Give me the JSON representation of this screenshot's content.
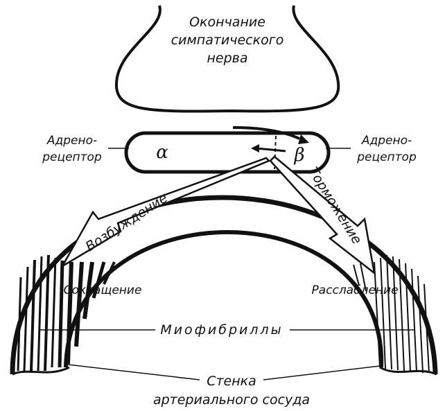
{
  "nerve_ending": {
    "line1": "Окончание",
    "line2": "симпатического",
    "line3": "нерва"
  },
  "receptors": {
    "left": {
      "line1": "Адрено-",
      "line2": "рецептор"
    },
    "right": {
      "line1": "Адрено-",
      "line2": "рецептор"
    },
    "alpha": "α",
    "beta": "β"
  },
  "effects": {
    "excitation": "Возбуждение",
    "inhibition": "Торможение",
    "contraction": "Сокращение",
    "relaxation": "Расслабление"
  },
  "myofibrils": "Миофибриллы",
  "wall": {
    "line1": "Стенка",
    "line2": "артериального сосуда"
  }
}
